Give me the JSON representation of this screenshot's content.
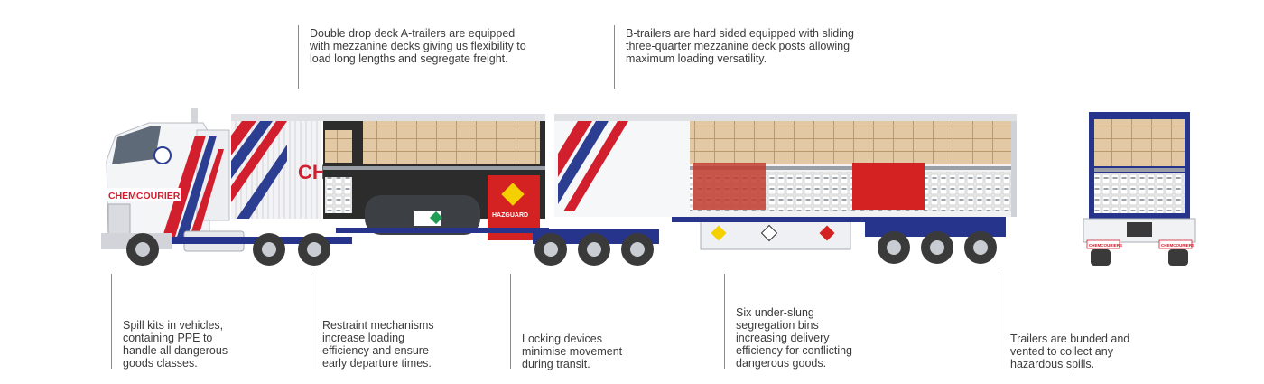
{
  "colors": {
    "cab_white": "#f4f5f7",
    "stripe_red": "#d21f2e",
    "stripe_blue": "#2c3e91",
    "chassis_navy": "#27348b",
    "hazard_red": "#d42222",
    "pallet_wood": "#e2c9a4",
    "tyre": "#3a3a3a",
    "leader_line": "#8a8a8a"
  },
  "annotations": {
    "top_a_trailers": "Double drop deck A-trailers are equipped\nwith mezzanine decks giving us flexibility to\nload long lengths and segregate freight.",
    "top_b_trailers": "B-trailers are hard sided equipped with sliding\nthree-quarter mezzanine deck posts allowing\nmaximum loading versatility.",
    "bottom_spill_kits": "Spill kits in vehicles,\ncontaining PPE to\nhandle all dangerous\ngoods classes.",
    "bottom_restraint": "Restraint mechanisms\nincrease loading\nefficiency and ensure\nearly departure times.",
    "bottom_locking": "Locking devices\nminimise movement\nduring transit.",
    "bottom_bins": "Six under-slung\nsegregation bins\nincreasing delivery\nefficiency for conflicting\ndangerous goods.",
    "bottom_bunded": "Trailers are bunded and\nvented to collect any\nhazardous spills."
  },
  "vehicle": {
    "cab_brand": "CHEMCOURIERS",
    "curtain_brand": "CH",
    "hazard_box_label": "HAZGUARD",
    "rear_brand_left": "CHEMCOURIERS",
    "rear_brand_right": "CHEMCOURIERS"
  }
}
